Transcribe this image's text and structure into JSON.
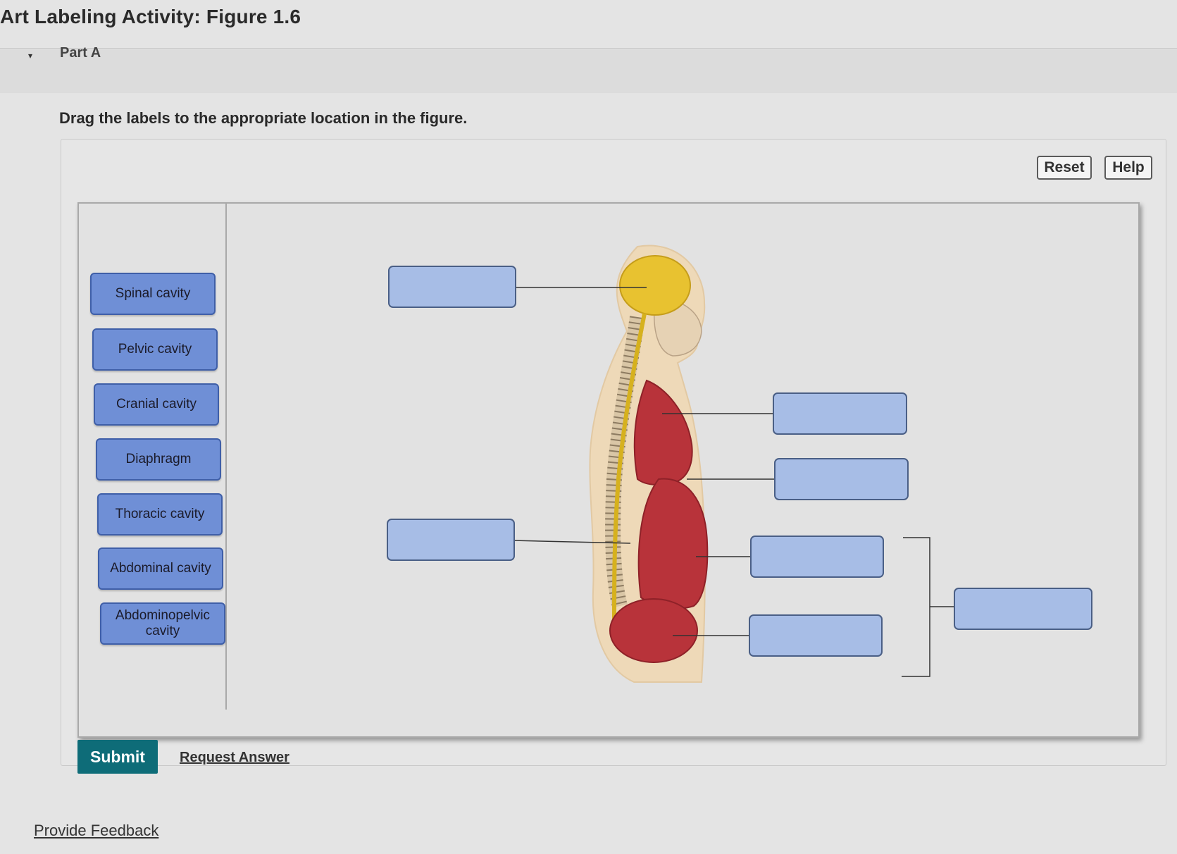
{
  "header": {
    "title": "Art Labeling Activity: Figure 1.6",
    "part": "Part A"
  },
  "instructions": "Drag the labels to the appropriate location in the figure.",
  "toolbar": {
    "reset_label": "Reset",
    "help_label": "Help"
  },
  "labels": [
    "Spinal cavity",
    "Pelvic cavity",
    "Cranial cavity",
    "Diaphragm",
    "Thoracic cavity",
    "Abdominal cavity",
    "Abdominopelvic cavity"
  ],
  "footer": {
    "submit_label": "Submit",
    "request_answer_label": "Request Answer",
    "feedback_label": "Provide Feedback"
  },
  "colors": {
    "label_fill": "#6f8fd6",
    "target_fill": "#a7bde6",
    "submit_fill": "#0e6c78",
    "brain": "#e8c230",
    "organ_red": "#b8333a",
    "body_tan": "#eed9b8"
  }
}
